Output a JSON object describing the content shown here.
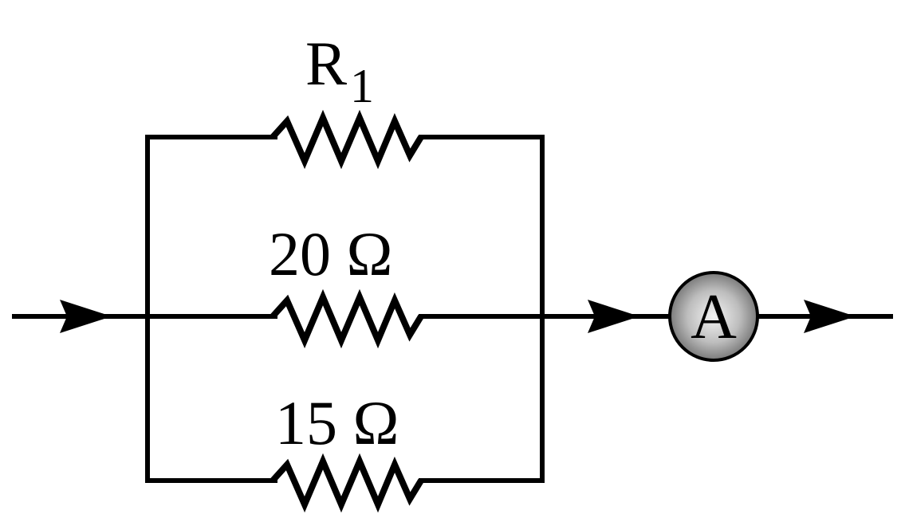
{
  "diagram": {
    "type": "circuit",
    "resistors": [
      {
        "id": "r1",
        "label_main": "R",
        "label_sub": "1"
      },
      {
        "id": "r20",
        "label": "20 Ω"
      },
      {
        "id": "r15",
        "label": "15 Ω"
      }
    ],
    "ammeter": {
      "label": "A"
    },
    "current_arrows": 3,
    "colors": {
      "wire": "#000000",
      "ammeter_center": "#f2f2f2",
      "ammeter_edge": "#7a7a7a"
    }
  }
}
